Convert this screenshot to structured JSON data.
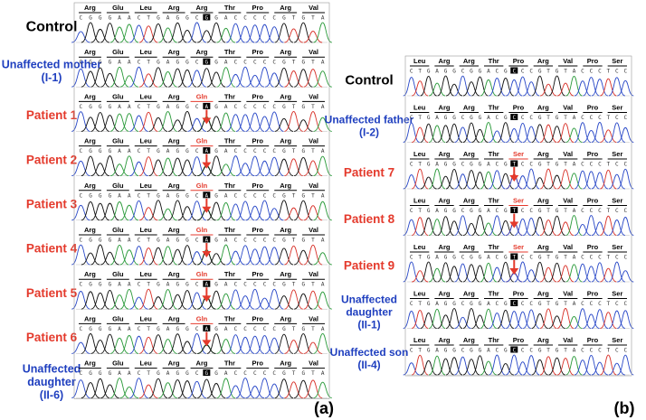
{
  "colors": {
    "control": "#000000",
    "unaffected": "#1f3fbf",
    "patient": "#e43a2c",
    "A": "#2a9a3a",
    "C": "#2a49c8",
    "G": "#111111",
    "T": "#d8322a"
  },
  "panels": [
    {
      "id": "a",
      "panel_label": "(a)",
      "tracks": [
        {
          "label": "Control",
          "kind": "control",
          "codons": [
            "Arg",
            "Glu",
            "Leu",
            "Arg",
            "Arg",
            "Thr",
            "Pro",
            "Arg",
            "Val"
          ],
          "seq": "CGGGAACTGAGGCGGACCCCCGTGTA",
          "highlight": "G",
          "mutant": false
        },
        {
          "label": "Unaffected mother (I-1)",
          "kind": "unaffected",
          "codons": [
            "Arg",
            "Glu",
            "Leu",
            "Arg",
            "Arg",
            "Thr",
            "Pro",
            "Arg",
            "Val"
          ],
          "seq": "CGGGAACTGAGGCGGACCCCCGTGTA",
          "highlight": "G",
          "mutant": false
        },
        {
          "label": "Patient 1",
          "kind": "patient",
          "codons": [
            "Arg",
            "Glu",
            "Leu",
            "Arg",
            "Gln",
            "Thr",
            "Pro",
            "Arg",
            "Val"
          ],
          "seq": "CGGGAACTGAGGCAGACCCCCGTGTA",
          "highlight": "A",
          "mutant": true
        },
        {
          "label": "Patient 2",
          "kind": "patient",
          "codons": [
            "Arg",
            "Glu",
            "Leu",
            "Arg",
            "Gln",
            "Thr",
            "Pro",
            "Arg",
            "Val"
          ],
          "seq": "CGGGAACTGAGGCAGACCCCCGTGTA",
          "highlight": "A",
          "mutant": true
        },
        {
          "label": "Patient 3",
          "kind": "patient",
          "codons": [
            "Arg",
            "Glu",
            "Leu",
            "Arg",
            "Gln",
            "Thr",
            "Pro",
            "Arg",
            "Val"
          ],
          "seq": "CGGGAACTGAGGCAGACCCCCGTGTA",
          "highlight": "A",
          "mutant": true
        },
        {
          "label": "Patient 4",
          "kind": "patient",
          "codons": [
            "Arg",
            "Glu",
            "Leu",
            "Arg",
            "Gln",
            "Thr",
            "Pro",
            "Arg",
            "Val"
          ],
          "seq": "CGGGAACTGAGGCAGACCCCCGTGTA",
          "highlight": "A",
          "mutant": true
        },
        {
          "label": "Patient 5",
          "kind": "patient",
          "codons": [
            "Arg",
            "Glu",
            "Leu",
            "Arg",
            "Gln",
            "Thr",
            "Pro",
            "Arg",
            "Val"
          ],
          "seq": "CGGGAACTGAGGCAGACCCCCGTGTA",
          "highlight": "A",
          "mutant": true
        },
        {
          "label": "Patient 6",
          "kind": "patient",
          "codons": [
            "Arg",
            "Glu",
            "Leu",
            "Arg",
            "Gln",
            "Thr",
            "Pro",
            "Arg",
            "Val"
          ],
          "seq": "CGGGAACTGAGGCAGACCCCCGTGTA",
          "highlight": "A",
          "mutant": true
        },
        {
          "label": "Unaffected daughter (II-6)",
          "kind": "unaffected",
          "codons": [
            "Arg",
            "Glu",
            "Leu",
            "Arg",
            "Arg",
            "Thr",
            "Pro",
            "Arg",
            "Val"
          ],
          "seq": "CGGGAACTGAGGCGGACCCCCGTGTA",
          "highlight": "G",
          "mutant": false
        }
      ]
    },
    {
      "id": "b",
      "panel_label": "(b)",
      "tracks": [
        {
          "label": "Control",
          "kind": "control",
          "codons": [
            "Leu",
            "Arg",
            "Arg",
            "Thr",
            "Pro",
            "Arg",
            "Val",
            "Pro",
            "Ser"
          ],
          "seq": "CTGAGGCGGACGCCCGTGTACCCTCC",
          "highlight": "C",
          "mutant": false
        },
        {
          "label": "Unaffected father (I-2)",
          "kind": "unaffected",
          "codons": [
            "Leu",
            "Arg",
            "Arg",
            "Thr",
            "Pro",
            "Arg",
            "Val",
            "Pro",
            "Ser"
          ],
          "seq": "CTGAGGCGGACGCCCGTGTACCCTCC",
          "highlight": "C",
          "mutant": false
        },
        {
          "label": "Patient 7",
          "kind": "patient",
          "codons": [
            "Leu",
            "Arg",
            "Arg",
            "Thr",
            "Ser",
            "Arg",
            "Val",
            "Pro",
            "Ser"
          ],
          "seq": "CTGAGGCGGACGTCCGTGTACCCTCC",
          "highlight": "T",
          "mutant": true
        },
        {
          "label": "Patient 8",
          "kind": "patient",
          "codons": [
            "Leu",
            "Arg",
            "Arg",
            "Thr",
            "Ser",
            "Arg",
            "Val",
            "Pro",
            "Ser"
          ],
          "seq": "CTGAGGCGGACGTCCGTGTACCCTCC",
          "highlight": "T",
          "mutant": true
        },
        {
          "label": "Patient 9",
          "kind": "patient",
          "codons": [
            "Leu",
            "Arg",
            "Arg",
            "Thr",
            "Ser",
            "Arg",
            "Val",
            "Pro",
            "Ser"
          ],
          "seq": "CTGAGGCGGACGTCCGTGTACCCTCC",
          "highlight": "T",
          "mutant": true
        },
        {
          "label": "Unaffected daughter (II-1)",
          "kind": "unaffected",
          "codons": [
            "Leu",
            "Arg",
            "Arg",
            "Thr",
            "Pro",
            "Arg",
            "Val",
            "Pro",
            "Ser"
          ],
          "seq": "CTGAGGCGGACGCCCGTGTACCCTCC",
          "highlight": "C",
          "mutant": false
        },
        {
          "label": "Unaffected son (II-4)",
          "kind": "unaffected",
          "codons": [
            "Leu",
            "Arg",
            "Arg",
            "Thr",
            "Pro",
            "Arg",
            "Val",
            "Pro",
            "Ser"
          ],
          "seq": "CTGAGGCGGACGCCCGTGTACCCTCC",
          "highlight": "C",
          "mutant": false
        }
      ]
    }
  ]
}
